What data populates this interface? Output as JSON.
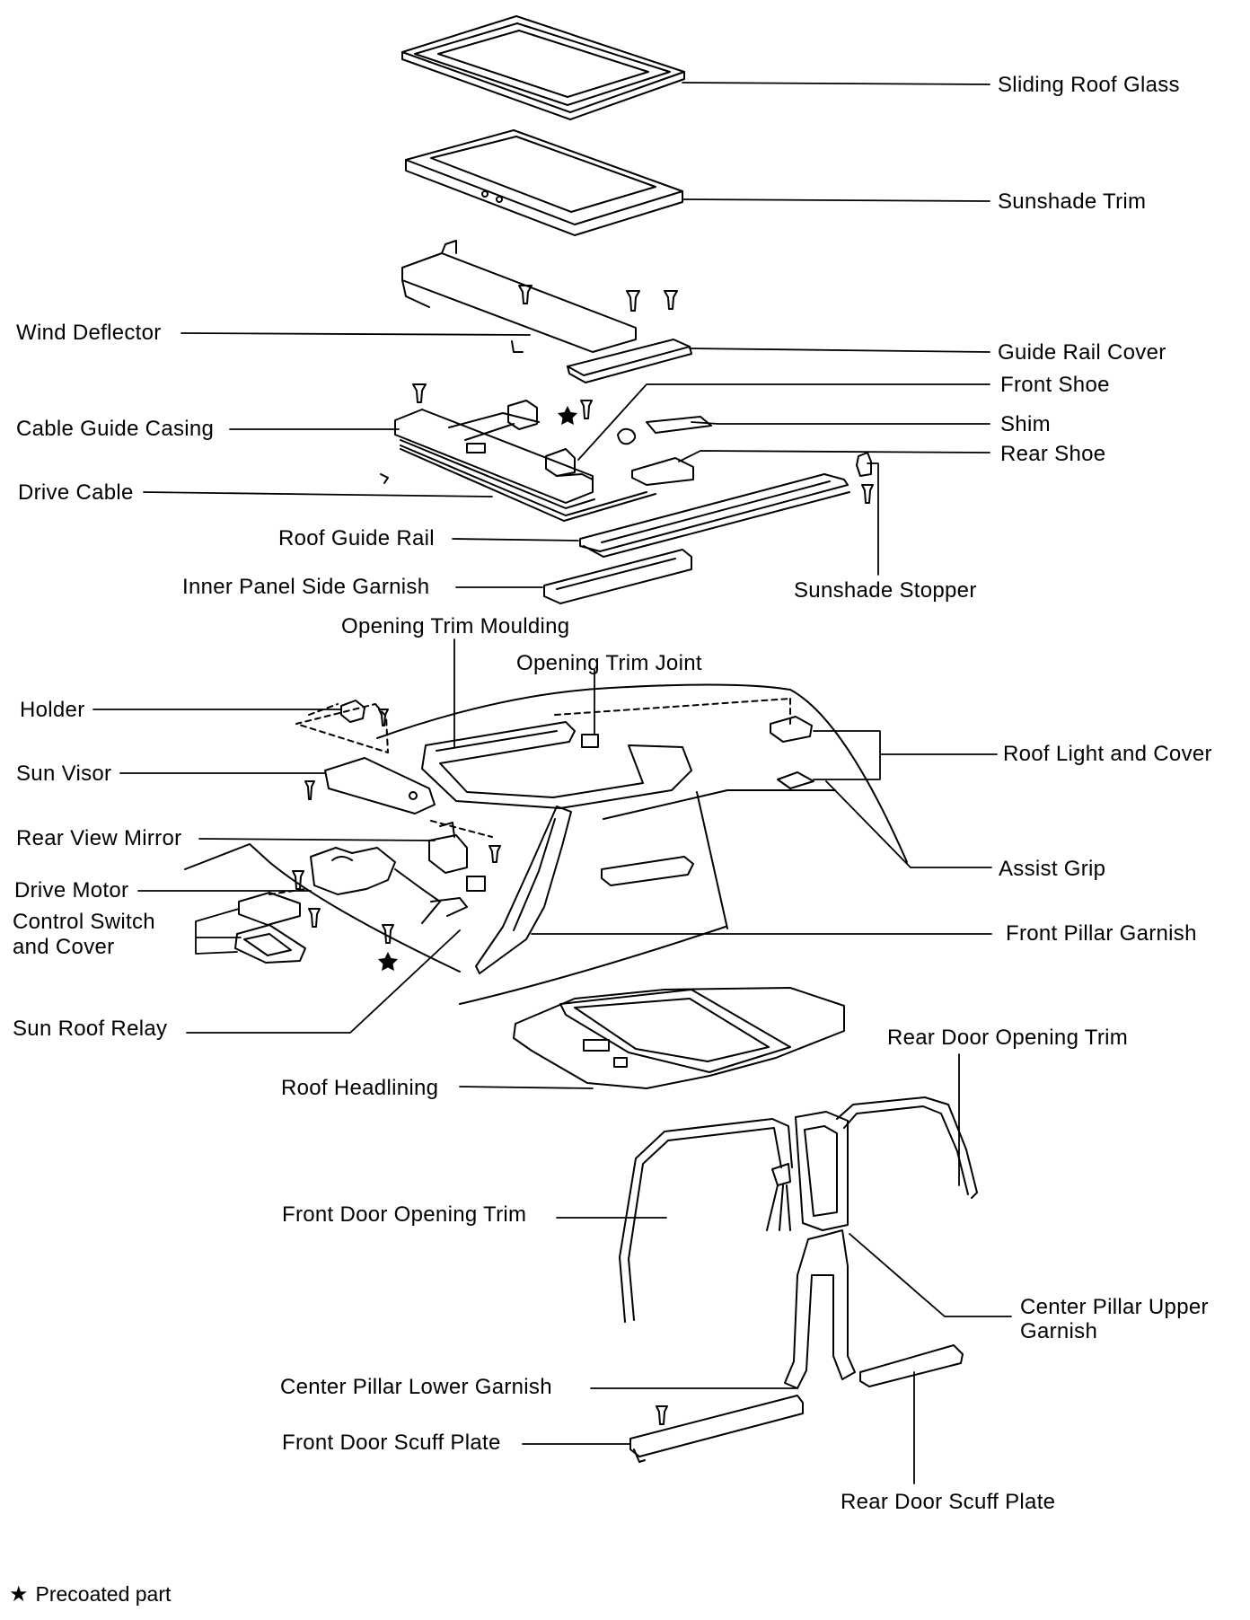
{
  "labels": {
    "sliding_roof_glass": "Sliding Roof Glass",
    "sunshade_trim": "Sunshade Trim",
    "wind_deflector": "Wind Deflector",
    "guide_rail_cover": "Guide Rail Cover",
    "front_shoe": "Front Shoe",
    "cable_guide_casing": "Cable Guide Casing",
    "shim": "Shim",
    "rear_shoe": "Rear Shoe",
    "drive_cable": "Drive Cable",
    "roof_guide_rail": "Roof Guide Rail",
    "inner_panel_side_garnish": "Inner Panel Side Garnish",
    "sunshade_stopper": "Sunshade Stopper",
    "opening_trim_moulding": "Opening Trim Moulding",
    "opening_trim_joint": "Opening Trim Joint",
    "holder": "Holder",
    "roof_light_and_cover": "Roof Light and Cover",
    "sun_visor": "Sun Visor",
    "rear_view_mirror": "Rear View Mirror",
    "assist_grip": "Assist Grip",
    "drive_motor": "Drive Motor",
    "control_switch_line1": "Control Switch",
    "control_switch_line2": "and Cover",
    "front_pillar_garnish": "Front Pillar Garnish",
    "sun_roof_relay": "Sun Roof Relay",
    "rear_door_opening_trim": "Rear Door Opening Trim",
    "roof_headlining": "Roof Headlining",
    "front_door_opening_trim": "Front Door Opening Trim",
    "center_pillar_upper_line1": "Center Pillar Upper",
    "center_pillar_upper_line2": "Garnish",
    "center_pillar_lower_garnish": "Center Pillar Lower Garnish",
    "front_door_scuff_plate": "Front Door Scuff Plate",
    "rear_door_scuff_plate": "Rear Door Scuff Plate"
  },
  "legend": {
    "symbol": "★",
    "text": "Precoated part"
  }
}
